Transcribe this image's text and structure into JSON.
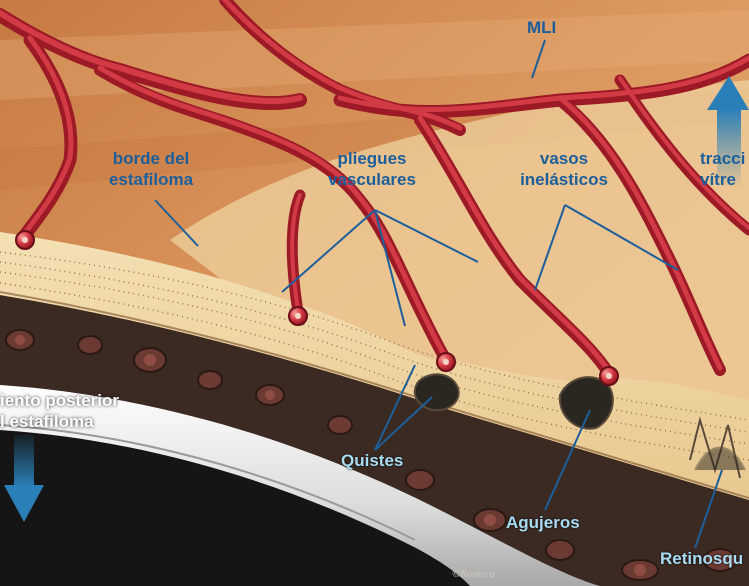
{
  "labels": {
    "mli": "MLI",
    "borde": [
      "borde del",
      "estafiloma"
    ],
    "pliegues": [
      "pliegues",
      "vasculares"
    ],
    "vasos": [
      "vasos",
      "inelásticos"
    ],
    "traccion": [
      "tracci",
      "vítre"
    ],
    "posterior": [
      "iento posterior",
      "l estafiloma"
    ],
    "quistes": "Quistes",
    "agujeros": "Agujeros",
    "retinosquisis": "Retinosqu",
    "credit": "©Romera"
  },
  "colors": {
    "vitreous": "#d9935a",
    "retina": "#f0d5a3",
    "vessel": "#b3202c",
    "label_blue": "#1d5f9b",
    "arrow_blue": "#2a7fb8",
    "sclera": "#ececea"
  },
  "icons": {
    "traction_arrow": "arrow-up-icon",
    "displacement_arrow": "arrow-down-icon"
  }
}
